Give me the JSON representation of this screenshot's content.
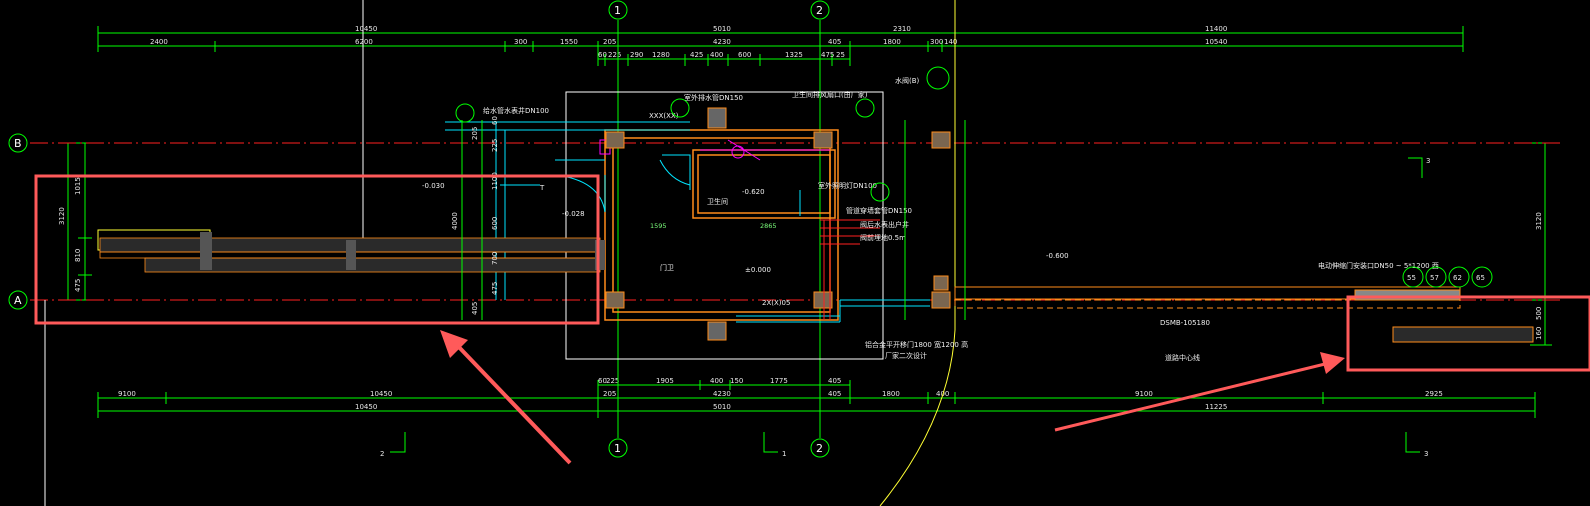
{
  "canvas": {
    "background": "#000000"
  },
  "colors": {
    "dim_line": "#00ff00",
    "axis_line": "#ff2020",
    "wall": "#ff8c1a",
    "pipe": "#00e5ff",
    "magenta": "#ff00ff",
    "highlight_box": "#ff5a5a",
    "arrow": "#ff5a5a",
    "yellow": "#ffff33",
    "hatch": "#8a8a8a",
    "white": "#ffffff"
  },
  "axes": {
    "col_1": "1",
    "col_2": "2",
    "row_a": "A",
    "row_b": "B"
  },
  "top_dims": {
    "row1_left": "10450",
    "row1_mid": "5010",
    "row1_a": "2310",
    "row1_right": "11400",
    "row2": [
      "2400",
      "6200",
      "300",
      "1550",
      "205",
      "4230",
      "405",
      "1800",
      "300",
      "140",
      "10540"
    ],
    "row3": [
      "60",
      "225",
      "290",
      "1280",
      "425",
      "400",
      "600",
      "1325",
      "475",
      "25"
    ]
  },
  "bottom_dims": {
    "row1": [
      "60",
      "225",
      "1905",
      "400",
      "150",
      "1775",
      "405",
      "1800",
      "400",
      "9100",
      "2925"
    ],
    "row2": [
      "9100",
      "10450",
      "205",
      "4230",
      "405"
    ],
    "row3_left": "10450",
    "row3_mid": "5010",
    "row3_right": "11225"
  },
  "left_dims": [
    "1015",
    "3120",
    "810",
    "475"
  ],
  "inner_vdims": [
    "205",
    "225",
    "60",
    "1100",
    "600",
    "700",
    "475",
    "405",
    "4000"
  ],
  "right_vdims": [
    "3120",
    "500",
    "160"
  ],
  "labels": {
    "t1": "给水管水表井DN100",
    "t2": "室外排水管DN150",
    "t3": "卫生间排风扇口(由厂家)",
    "t4": "水阀(B)",
    "t5": "管道穿墙套管DN150",
    "t6": "室外照明灯DN100",
    "t7": "阀后水表出户井",
    "t8": "阀前埋地0.5m",
    "t9": "XXX(XX)",
    "t10": "门卫",
    "t11": "卫生间",
    "t12": "±0.000",
    "t13": "-0.030",
    "t14": "-0.028",
    "t15": "-0.620",
    "t16": "-0.600",
    "t17": "DSMB-105180",
    "t18": "电动伸缩门安装口DN50 ~ 5*1200 西",
    "t19": "铝合金平开移门1800 宽1200 高",
    "t20": "厂家二次设计",
    "t21": "道路中心线",
    "t22": "2X(X)05",
    "t23": "1595",
    "t24": "2865",
    "t25": "T",
    "t26": "3",
    "t27": "2",
    "t28": "1"
  },
  "circles": [
    "55",
    "57",
    "62",
    "65"
  ],
  "section_marks": {
    "s1": "3",
    "s2": "1",
    "s3": "3",
    "s4": "2"
  }
}
